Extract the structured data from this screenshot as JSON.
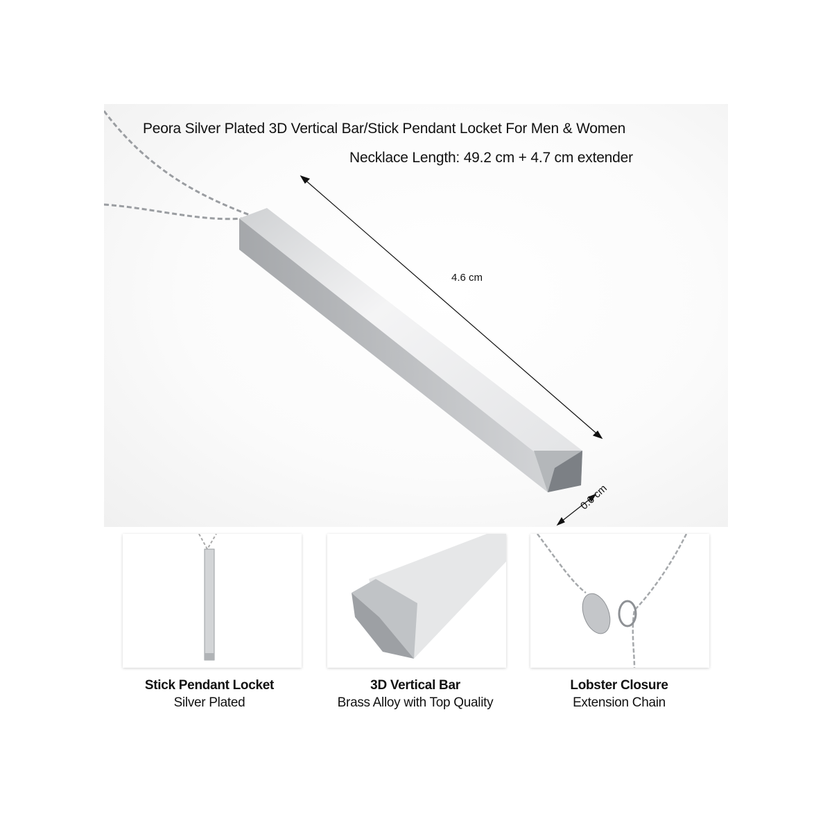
{
  "title": "Peora Silver Plated 3D Vertical Bar/Stick Pendant Locket For Men & Women",
  "necklace_length": "Necklace Length: 49.2 cm + 4.7 cm extender",
  "dimensions": {
    "length": "4.6 cm",
    "width": "0.6 cm"
  },
  "features": [
    {
      "heading": "Stick Pendant Locket",
      "subtitle": "Silver Plated"
    },
    {
      "heading": "3D Vertical Bar",
      "subtitle": "Brass Alloy with Top Quality"
    },
    {
      "heading": "Lobster Closure",
      "subtitle": "Extension Chain"
    }
  ]
}
